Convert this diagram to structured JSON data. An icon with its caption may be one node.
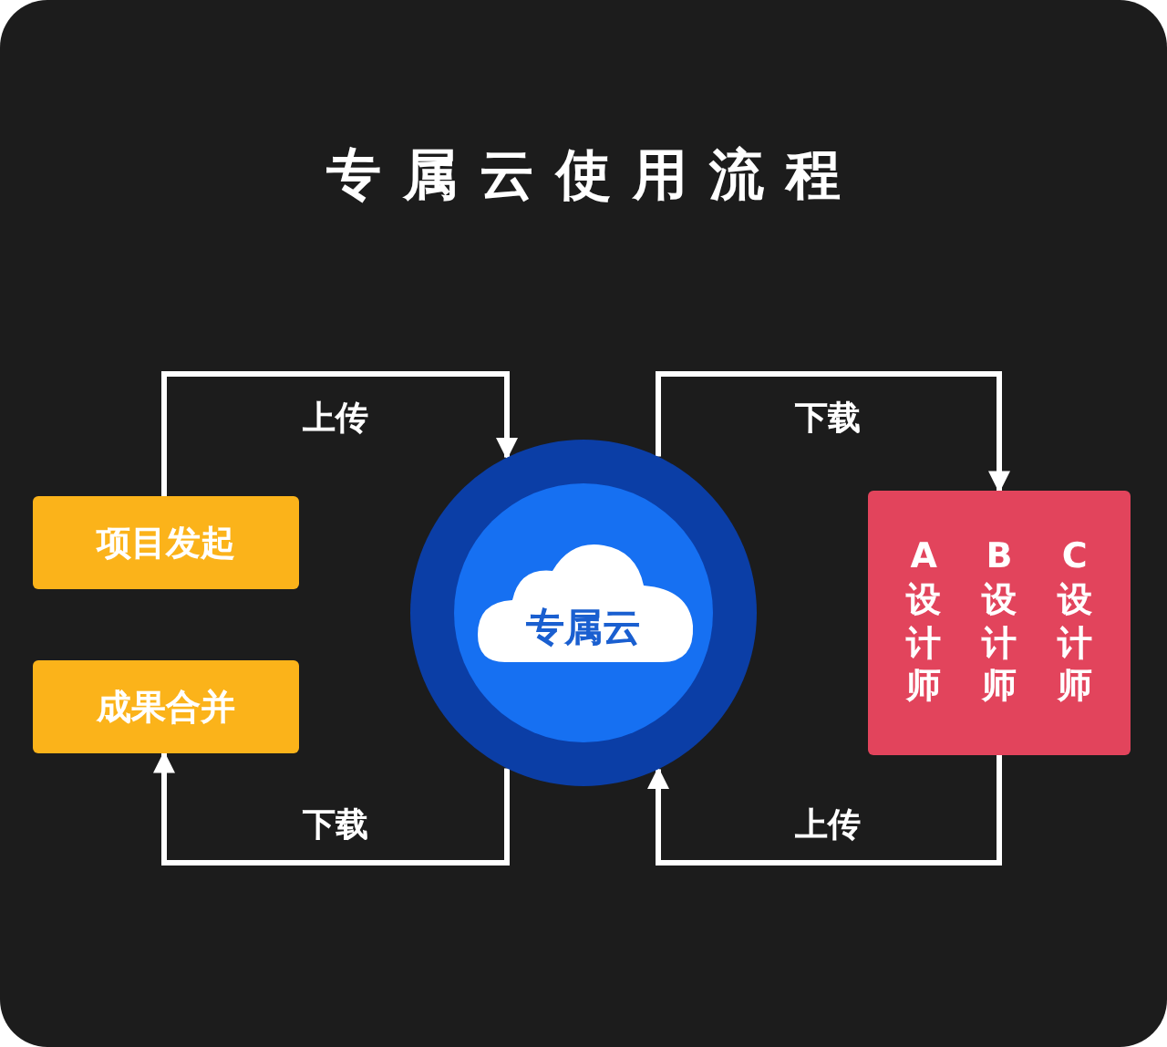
{
  "diagram": {
    "title": "专属云使用流程",
    "nodes": [
      {
        "text": [
          "项目发起"
        ]
      },
      {
        "text": [
          "成果合并"
        ]
      },
      {
        "text": [
          "专属云"
        ]
      },
      {
        "text": [
          "A设计师",
          "B设计师",
          "C设计师"
        ]
      }
    ],
    "edges": [
      {
        "from": 0,
        "to": 2,
        "arrow": "to",
        "label": "上传"
      },
      {
        "from": 2,
        "to": 1,
        "arrow": "to",
        "label": "下载"
      },
      {
        "from": 2,
        "to": 3,
        "arrow": "to",
        "label": "下载"
      },
      {
        "from": 3,
        "to": 2,
        "arrow": "to",
        "label": "上传"
      }
    ]
  }
}
